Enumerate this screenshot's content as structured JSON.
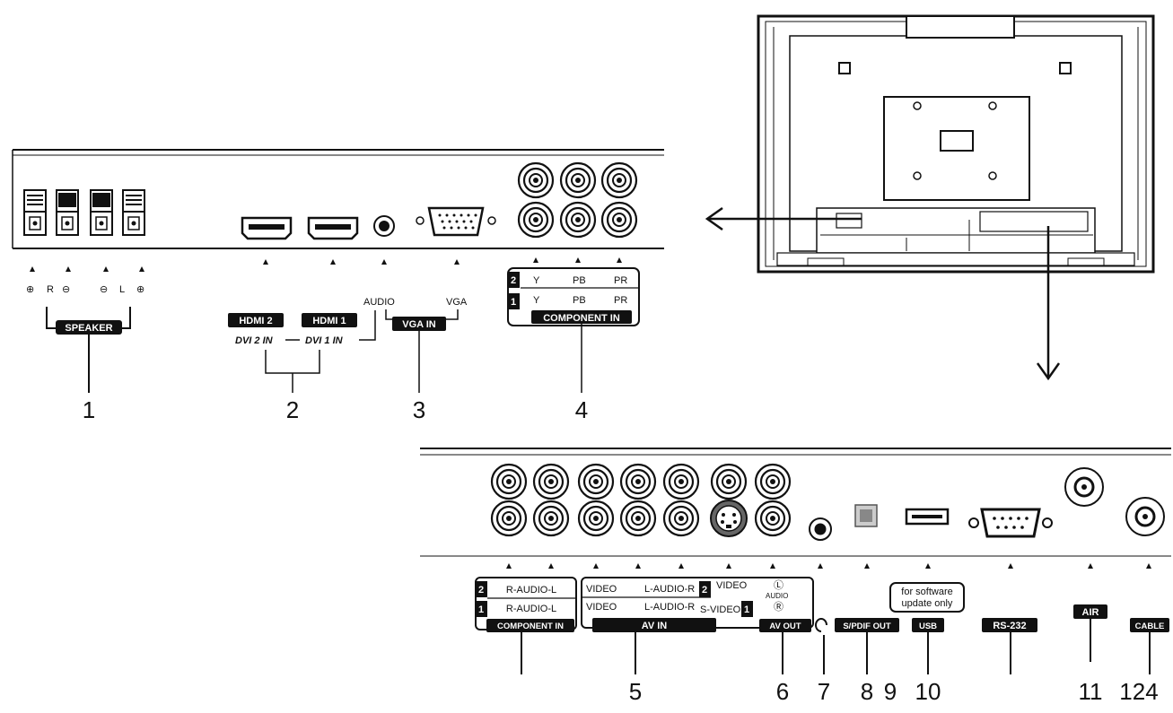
{
  "top_panel": {
    "speaker": {
      "polarity": [
        "⊕",
        "R",
        "⊖",
        "⊖",
        "L",
        "⊕"
      ],
      "label": "SPEAKER",
      "number": "1"
    },
    "hdmi": {
      "hdmi2": "HDMI 2",
      "hdmi1": "HDMI 1",
      "dvi2": "DVI 2 IN",
      "dvi1": "DVI 1 IN",
      "number": "2"
    },
    "vga": {
      "audio": "AUDIO",
      "vga": "VGA",
      "label": "VGA IN",
      "number": "3"
    },
    "component": {
      "row2": [
        "Y",
        "PB",
        "PR"
      ],
      "row1": [
        "Y",
        "PB",
        "PR"
      ],
      "idx2": "2",
      "idx1": "1",
      "label": "COMPONENT IN",
      "number": "4"
    }
  },
  "bottom_panel": {
    "component_audio": {
      "idx2": "2",
      "idx1": "1",
      "row2": "R-AUDIO-L",
      "row1": "R-AUDIO-L",
      "label": "COMPONENT IN"
    },
    "av_in": {
      "row2_video": "VIDEO",
      "row2_audio": "L-AUDIO-R",
      "row1_video": "VIDEO",
      "row1_audio": "L-AUDIO-R",
      "idx2": "2",
      "idx1": "1",
      "svideo": "S-VIDEO",
      "label": "AV IN",
      "number": "5"
    },
    "av_out": {
      "video": "VIDEO",
      "audio": "AUDIO",
      "label": "AV OUT",
      "number": "6"
    },
    "headphone": {
      "number": "7"
    },
    "spdif": {
      "label": "S/PDIF OUT",
      "number": "8"
    },
    "usb": {
      "note_line1": "for software",
      "note_line2": "update only",
      "label": "USB",
      "number_a": "9",
      "number_b": "10"
    },
    "rs232": {
      "label": "RS-232"
    },
    "air": {
      "label": "AIR",
      "number": "11"
    },
    "cable": {
      "label": "CABLE",
      "number": "124"
    }
  },
  "colors": {
    "line": "#111111",
    "badge": "#111111",
    "panel_fill": "#ffffff"
  }
}
